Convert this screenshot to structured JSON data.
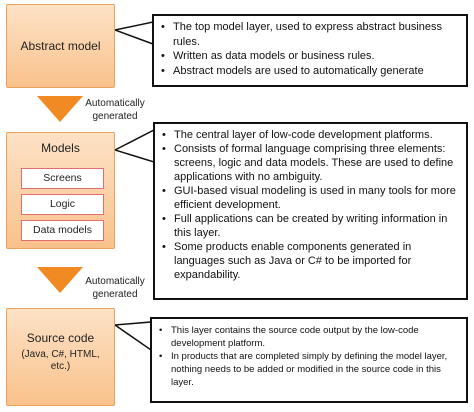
{
  "layers": {
    "abstract": {
      "title": "Abstract model"
    },
    "models": {
      "title": "Models",
      "items": [
        "Screens",
        "Logic",
        "Data models"
      ]
    },
    "source": {
      "title": "Source code",
      "subtitle": "(Java, C#, HTML, etc.)"
    }
  },
  "arrows": [
    {
      "label": "Automatically generated"
    },
    {
      "label": "Automatically generated"
    }
  ],
  "callouts": {
    "abstract": [
      "The top model layer, used to express abstract business rules.",
      "Written as data models or business rules.",
      "Abstract models are used to automatically generate"
    ],
    "models": [
      "The central layer of low-code development platforms.",
      "Consists of formal language comprising three elements: screens, logic and data models. These are used to define  applications with no ambiguity.",
      "GUI-based visual modeling is used in many tools for more  efficient development.",
      "Full applications can be created by writing information in this  layer.",
      "Some products enable components generated in languages  such as Java or C# to be imported for expandability."
    ],
    "source": [
      "This layer contains the source code output by the low-code development platform.",
      "In products that are completed simply by defining the model layer,  nothing needs to be added or modified in the source code in this  layer."
    ]
  },
  "colors": {
    "layer_fill_top": "#fde2c6",
    "layer_fill_bottom": "#f9c28c",
    "layer_border": "#e9a35a",
    "arrow": "#f28a24",
    "sublayer_border": "#e26f6f"
  }
}
